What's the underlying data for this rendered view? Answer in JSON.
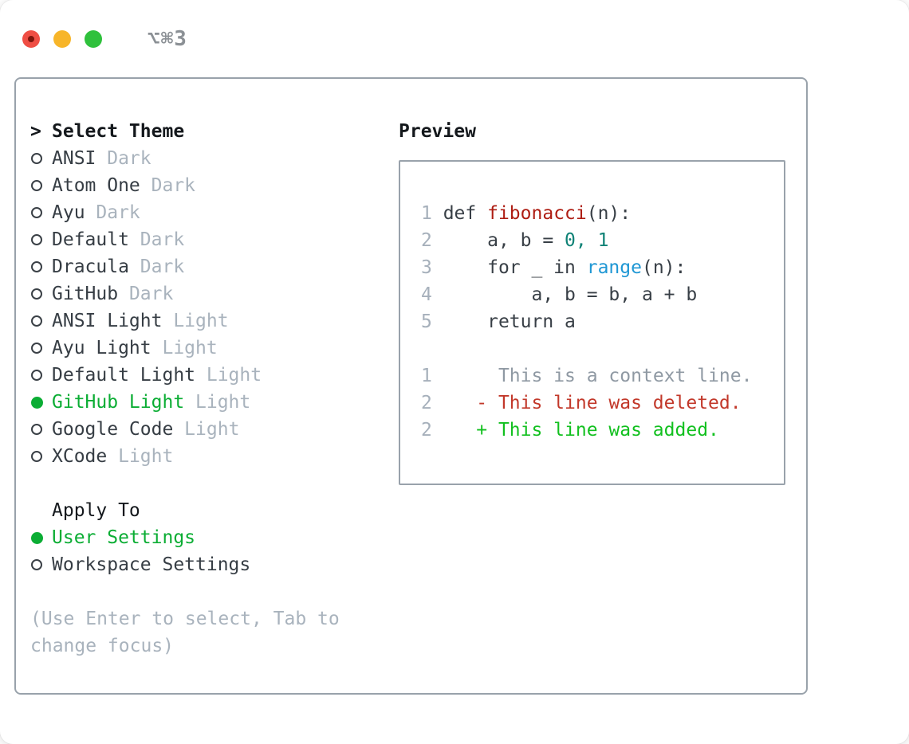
{
  "window": {
    "title": "⌥⌘3",
    "traffic_lights": {
      "close": "close-button",
      "minimize": "minimize-button",
      "zoom": "zoom-button"
    }
  },
  "colors": {
    "selected_green": "#0bad34",
    "added_green": "#12c01f",
    "deleted_red": "#c2382a",
    "function_red": "#ae1d13",
    "number_teal": "#0f8276",
    "builtin_blue": "#1f97d4",
    "muted_gray": "#a9b3bd",
    "border_gray": "#99a2ab"
  },
  "left": {
    "cursor": ">",
    "title": "Select Theme",
    "themes": [
      {
        "name": "ANSI",
        "variant": "Dark",
        "selected": false
      },
      {
        "name": "Atom One",
        "variant": "Dark",
        "selected": false
      },
      {
        "name": "Ayu",
        "variant": "Dark",
        "selected": false
      },
      {
        "name": "Default",
        "variant": "Dark",
        "selected": false
      },
      {
        "name": "Dracula",
        "variant": "Dark",
        "selected": false
      },
      {
        "name": "GitHub",
        "variant": "Dark",
        "selected": false
      },
      {
        "name": "ANSI Light",
        "variant": "Light",
        "selected": false
      },
      {
        "name": "Ayu Light",
        "variant": "Light",
        "selected": false
      },
      {
        "name": "Default Light",
        "variant": "Light",
        "selected": false
      },
      {
        "name": "GitHub Light",
        "variant": "Light",
        "selected": true
      },
      {
        "name": "Google Code",
        "variant": "Light",
        "selected": false
      },
      {
        "name": "XCode",
        "variant": "Light",
        "selected": false
      }
    ],
    "apply_title": "Apply To",
    "apply_options": [
      {
        "name": "User Settings",
        "selected": true
      },
      {
        "name": "Workspace Settings",
        "selected": false
      }
    ],
    "hint": "(Use Enter to select, Tab to change focus)"
  },
  "preview": {
    "title": "Preview",
    "code_lines": [
      {
        "num": "1",
        "segs": [
          {
            "t": " def ",
            "c": "fg"
          },
          {
            "t": "fibonacci",
            "c": "func"
          },
          {
            "t": "(n):",
            "c": "fg"
          }
        ]
      },
      {
        "num": "2",
        "segs": [
          {
            "t": "     a, b = ",
            "c": "fg"
          },
          {
            "t": "0,",
            "c": "num"
          },
          {
            "t": " ",
            "c": "fg"
          },
          {
            "t": "1",
            "c": "num"
          }
        ]
      },
      {
        "num": "3",
        "segs": [
          {
            "t": "     for _ in ",
            "c": "fg"
          },
          {
            "t": "range",
            "c": "builtin"
          },
          {
            "t": "(n):",
            "c": "fg"
          }
        ]
      },
      {
        "num": "4",
        "segs": [
          {
            "t": "         a, b = b, a + b",
            "c": "fg"
          }
        ]
      },
      {
        "num": "5",
        "segs": [
          {
            "t": "     return a",
            "c": "fg"
          }
        ]
      },
      {
        "num": "",
        "segs": []
      },
      {
        "num": "1",
        "segs": [
          {
            "t": "      ",
            "c": "fg"
          },
          {
            "t": "This is a context line.",
            "c": "ctx"
          }
        ]
      },
      {
        "num": "2",
        "segs": [
          {
            "t": "    ",
            "c": "fg"
          },
          {
            "t": "- This line was deleted.",
            "c": "del"
          }
        ]
      },
      {
        "num": "2",
        "segs": [
          {
            "t": "    ",
            "c": "fg"
          },
          {
            "t": "+ This line was added.",
            "c": "add"
          }
        ]
      }
    ]
  }
}
